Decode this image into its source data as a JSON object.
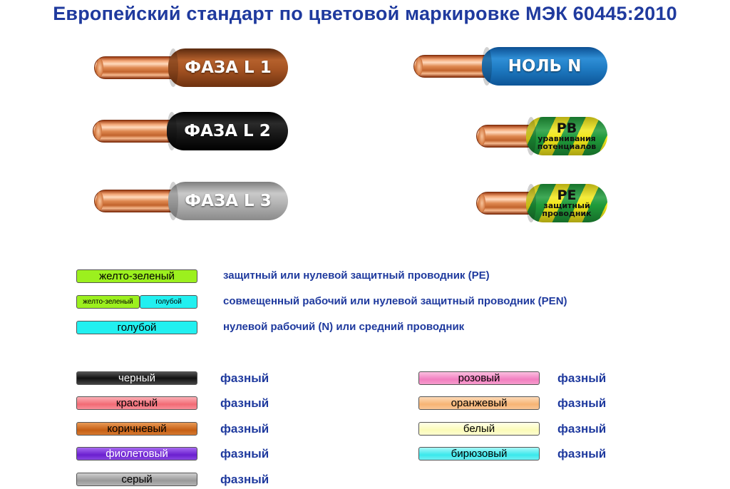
{
  "title": "Европейский стандарт по цветовой маркировке МЭК 60445:2010",
  "wires": {
    "l1": "ФАЗА L 1",
    "l2": "ФАЗА L 2",
    "l3": "ФАЗА L 3",
    "n": "НОЛЬ N",
    "pb_big": "PB",
    "pb_small1": "уравнивания",
    "pb_small2": "потенциалов",
    "pe_big": "PE",
    "pe_small1": "защитный",
    "pe_small2": "проводник"
  },
  "legend": [
    {
      "label": "желто-зеленый",
      "desc": "защитный или нулевой защитный проводник (PE)",
      "color": "#9cf01e"
    },
    {
      "label_a": "желто-зеленый",
      "label_b": "голубой",
      "desc": "совмещенный рабочий или нулевой защитный проводник (PEN)",
      "color_a": "#9cf01e",
      "color_b": "#22f0f0"
    },
    {
      "label": "голубой",
      "desc": "нулевой рабочий (N) или средний проводник",
      "color": "#22f0f0"
    }
  ],
  "phases_left": [
    {
      "label": "черный",
      "value": "фазный",
      "color": "#1a1a1a",
      "text_color": "#ffffff"
    },
    {
      "label": "красный",
      "value": "фазный",
      "color": "#f7707a",
      "text_color": "#000000"
    },
    {
      "label": "коричневый",
      "value": "фазный",
      "color": "#cc6a1e",
      "text_color": "#000000"
    },
    {
      "label": "фиолетовый",
      "value": "фазный",
      "color": "#7b2bd6",
      "text_color": "#ffffff"
    },
    {
      "label": "серый",
      "value": "фазный",
      "color": "#a6a6a6",
      "text_color": "#000000"
    }
  ],
  "phases_right": [
    {
      "label": "розовый",
      "value": "фазный",
      "color": "#f48bc8",
      "text_color": "#000000"
    },
    {
      "label": "оранжевый",
      "value": "фазный",
      "color": "#f9c08a",
      "text_color": "#000000"
    },
    {
      "label": "белый",
      "value": "фазный",
      "color": "#fdfdc8",
      "text_color": "#000000"
    },
    {
      "label": "бирюзовый",
      "value": "фазный",
      "color": "#5ff0f0",
      "text_color": "#000000"
    }
  ]
}
